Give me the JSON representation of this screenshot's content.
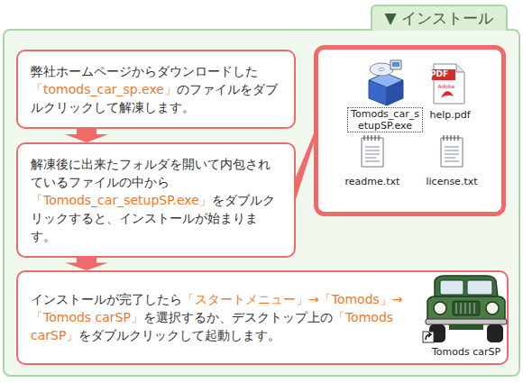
{
  "diagram": {
    "nodes": [
      {
        "text": [
          "▼ インストール"
        ]
      },
      {
        "text": [
          "弊社ホームページからダウンロードした",
          "「tomods_car_sp.exe」",
          "のファイルをダブルクリックして解凍します。"
        ],
        "in": 0
      },
      {
        "text": [
          "解凍後に出来たフォルダを開いて内包されているファイルの中から",
          "「Tomods_car_setupSP.exe」",
          "をダブルクリックすると、インストールが始まります。"
        ],
        "in": 0
      },
      {
        "text": [
          "Tomods_car_setupSP.exe",
          "help.pdf",
          "readme.txt",
          "license.txt"
        ],
        "in": 0
      },
      {
        "text": [
          "インストールが完了したら",
          "「スタートメニュー」→「Tomods」→「Tomods carSP」",
          "を選択するか、デスクトップ上の",
          "「Tomods carSP」",
          "をダブルクリックして起動します。"
        ],
        "in": 0
      }
    ],
    "edges": [
      {
        "from": 1,
        "to": 2,
        "arrow": "to"
      },
      {
        "from": 2,
        "to": 3,
        "arrow": "none"
      },
      {
        "from": 2,
        "to": 4,
        "arrow": "to"
      }
    ],
    "labels": [
      "PDF",
      "Adobe",
      "Tomods carSP"
    ]
  }
}
